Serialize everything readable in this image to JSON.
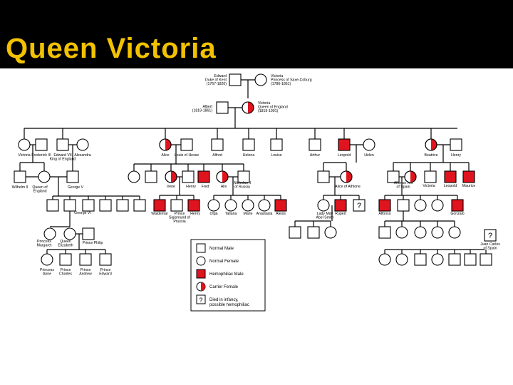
{
  "slide": {
    "title": "Queen Victoria",
    "background": "#000000",
    "title_color": "#f2c200"
  },
  "colors": {
    "affected": "#e0141e",
    "line": "#000000",
    "unaffected_fill": "#ffffff"
  },
  "people": {
    "edward": "Edward\nDuke of Kent\n(1767-1820)",
    "victoria_saxe": "Victoria\nPrincess of Saxe-Coburg\n(1786-1861)",
    "albert": "Albert\n(1819-1861)",
    "queen_victoria": "Victoria\nQueen of England\n(1819-1901)",
    "victoria_g2": "Victoria",
    "frederick": "Frederick III",
    "edward_vii": "Edward VII\nKing of England",
    "alexandra": "Alexandra",
    "alice": "Alice",
    "louis_hesse": "Louis of Hesse",
    "alfred": "Alfred",
    "helena": "Helena",
    "louise": "Louise",
    "arthur": "Arthur",
    "leopold": "Leopold",
    "helen": "Helen",
    "beatrice": "Beatrice",
    "henry": "Henry",
    "wilhelm_ii": "Wilhelm II",
    "queen_mary": "Queen of\nEngland",
    "george_v": "George V",
    "irene": "Irene",
    "henry_prussia": "Henry",
    "frederick_hesse": "Fred",
    "alix": "Alix",
    "nicholas": "Nicholas II\nof Russia",
    "alice_athlone": "Alice of Athlone",
    "victoria_spain": "Victoria",
    "alfonso_xiii": "Alfonso XIII\nof Spain",
    "leopold_b": "Leopold",
    "maurice": "Maurice",
    "george_vi": "George VI",
    "waldemar": "Waldemar",
    "prince_sigismund": "Prince\nSigismund of\nPrussia",
    "heinrich": "Henry",
    "olga": "Olga",
    "tatiana": "Tatiana",
    "marie": "Marie",
    "anastasia": "Anastasia",
    "alexis": "Alexis",
    "lady_may": "Lady May\nAbel Smith",
    "rupert": "Rupert",
    "alfonso": "Alfonso",
    "gonzalo": "Gonzalo",
    "juan_carlos": "Juan Carlos\nof Spain",
    "princess_margaret": "Princess\nMargaret",
    "queen_elizabeth": "Queen\nElizabeth",
    "prince_philip": "Prince Philip",
    "princess_anne": "Princess\nAnne",
    "prince_charles": "Prince\nCharles",
    "prince_andrew": "Prince\nAndrew",
    "prince_edward": "Prince\nEdward"
  },
  "legend": {
    "items": [
      {
        "symbol": "square",
        "fill": "none",
        "label": "Normal Male"
      },
      {
        "symbol": "circle",
        "fill": "none",
        "label": "Normal Female"
      },
      {
        "symbol": "square",
        "fill": "affected",
        "label": "Hemophiliac Male"
      },
      {
        "symbol": "circle",
        "fill": "half",
        "label": "Carrier Female"
      },
      {
        "symbol": "square",
        "fill": "question",
        "label": "Died in infancy,\npossible hemophiliac"
      }
    ]
  }
}
